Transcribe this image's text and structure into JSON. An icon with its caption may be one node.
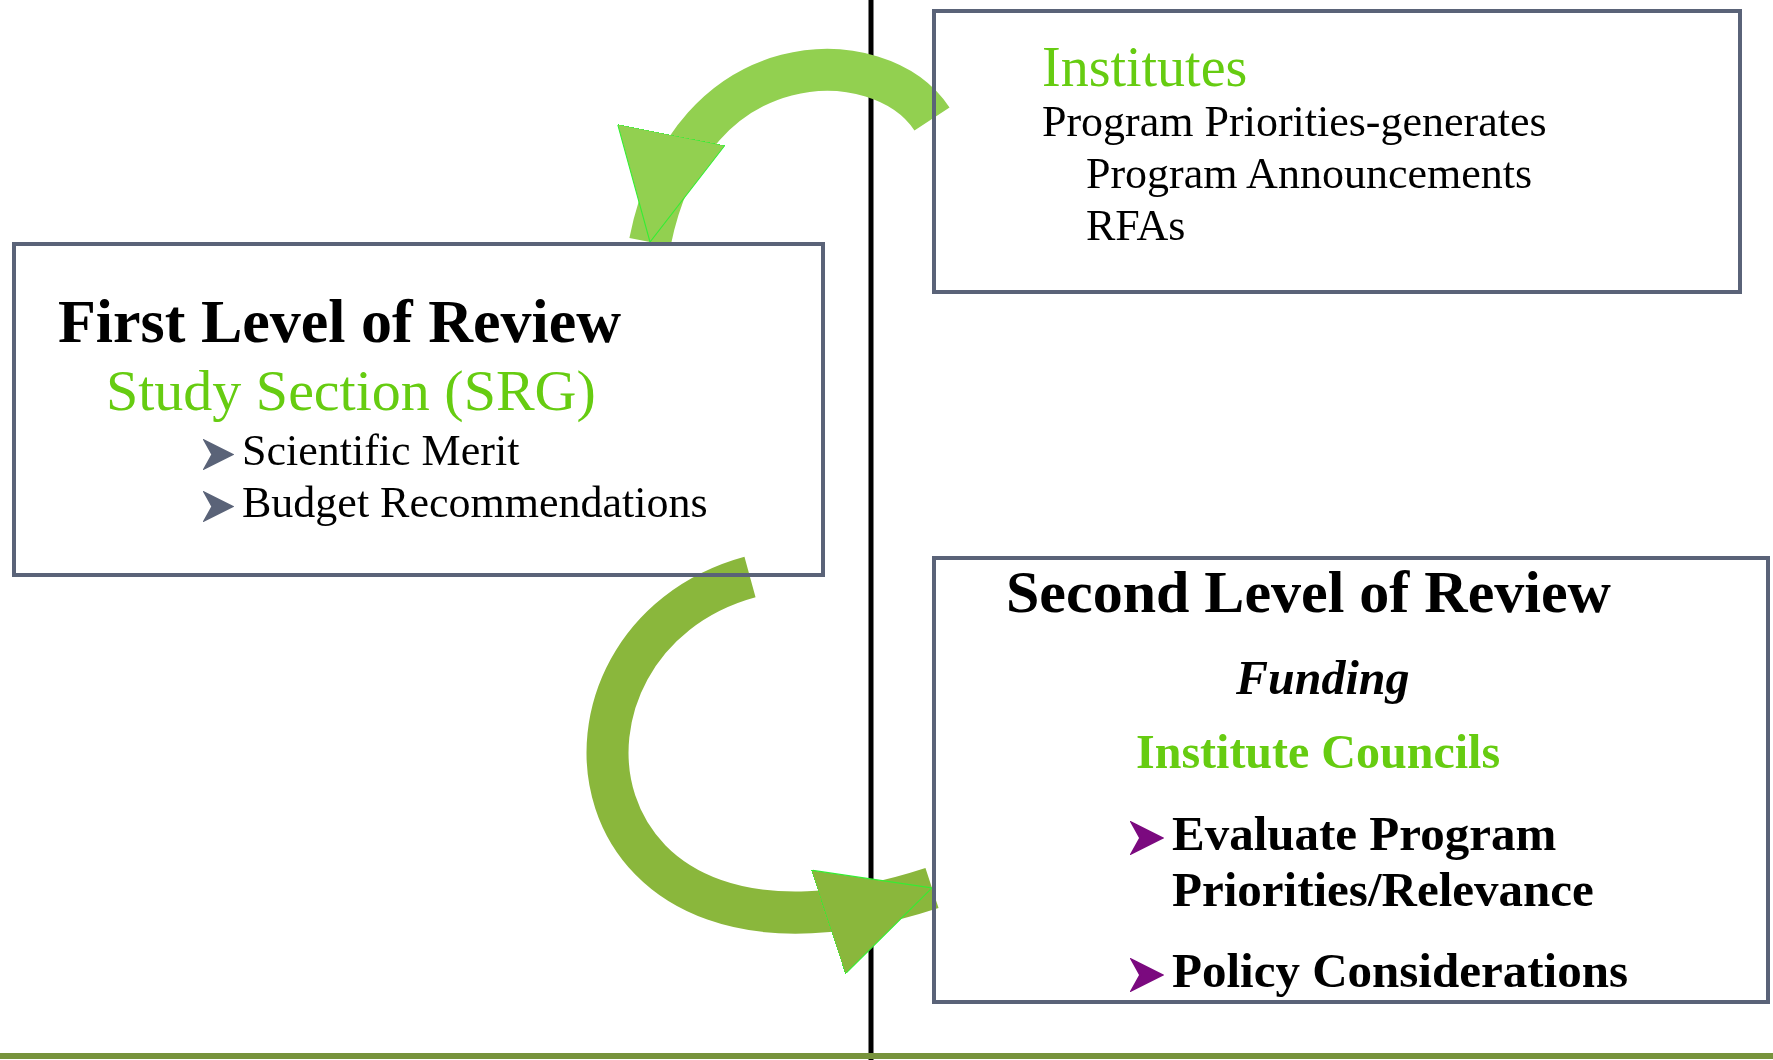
{
  "diagram": {
    "nodes": [
      {
        "text": [
          "Institutes",
          "Program Priorities-generates",
          "Program Announcements",
          "RFAs"
        ]
      },
      {
        "text": [
          "First Level of Review",
          "Study Section (SRG)",
          "Scientific Merit",
          "Budget Recommendations"
        ]
      },
      {
        "text": [
          "Second Level of Review",
          "Funding",
          "Institute Councils",
          "Evaluate Program Priorities/Relevance",
          "Policy Considerations"
        ]
      }
    ],
    "edges": [
      {
        "from": 0,
        "to": 1,
        "arrow": "to",
        "color": "#92d050"
      },
      {
        "from": 1,
        "to": 2,
        "arrow": "to",
        "color": "#8ab73c"
      }
    ]
  }
}
